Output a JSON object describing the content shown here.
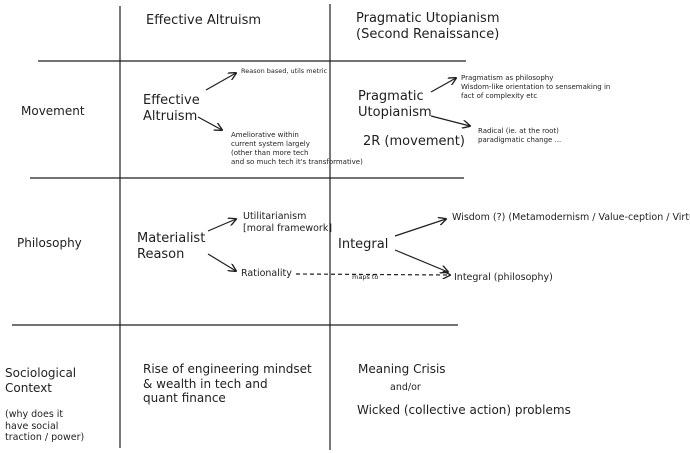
{
  "columns": {
    "ea": "Effective Altruism",
    "pu": "Pragmatic Utopianism\n(Second Renaissance)"
  },
  "rows": {
    "movement": "Movement",
    "philosophy": "Philosophy",
    "sociological": "Sociological\nContext",
    "sociological_note": "(why does it\nhave social\ntraction / power)"
  },
  "movement": {
    "ea_center": "Effective\nAltruism",
    "ea_up": "Reason based, utils metric",
    "ea_down": "Ameliorative within\ncurrent system largely\n(other than more tech\nand so much tech it's transformative)",
    "pu_center": "Pragmatic\nUtopianism",
    "pu_2r": "2R (movement)",
    "pu_up": "Pragmatism as philosophy\nWisdom-like orientation to sensemaking in\nfact of complexity etc",
    "pu_down": "Radical (ie. at the root)\nparadigmatic change ..."
  },
  "philosophy": {
    "ea_center": "Materialist\nReason",
    "ea_up": "Utilitarianism\n[moral framework]",
    "ea_down": "Rationality",
    "maps_to": "maps to",
    "pu_center": "Integral",
    "pu_up": "Wisdom (?) (Metamodernism / Value-ception / Virtue)",
    "pu_down": "Integral (philosophy)"
  },
  "sociological": {
    "ea": "Rise of engineering mindset\n& wealth in tech and\nquant finance",
    "pu_1": "Meaning Crisis",
    "pu_andor": "and/or",
    "pu_2": "Wicked (collective action) problems"
  },
  "colors": {
    "ink": "#1e1e1e",
    "background": "#ffffff"
  }
}
